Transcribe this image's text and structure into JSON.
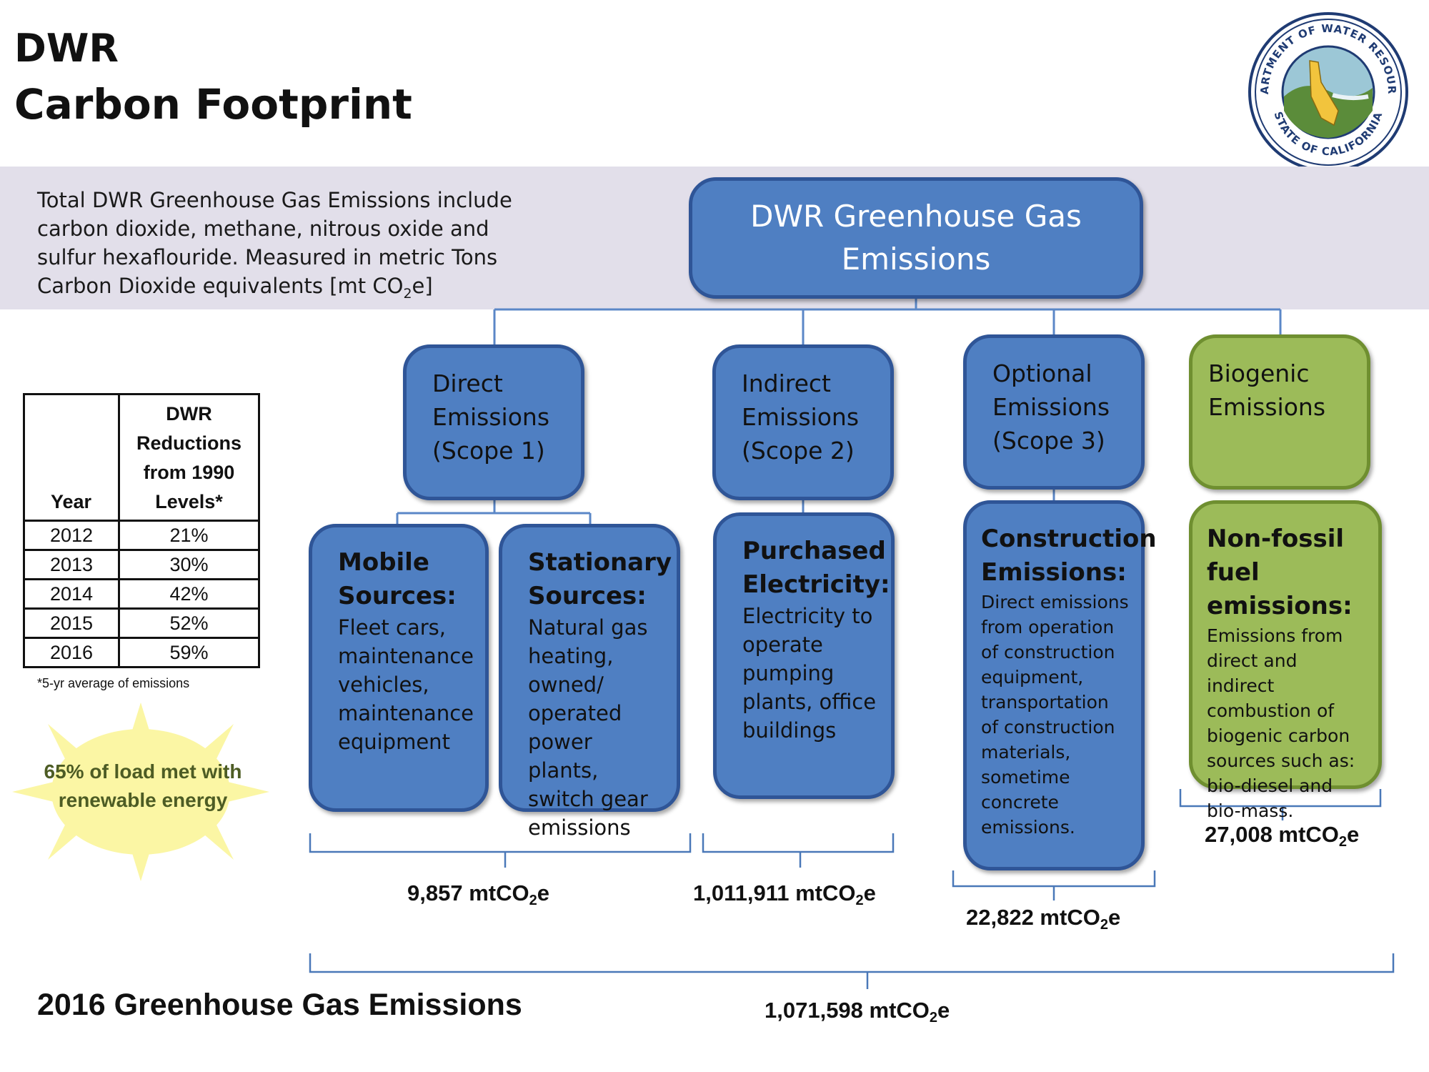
{
  "header": {
    "title_line1": "DWR",
    "title_line2": "Carbon Footprint",
    "seal_top_text": "DEPARTMENT OF WATER RESOURCES",
    "seal_bottom_text": "STATE OF CALIFORNIA"
  },
  "intro": {
    "text_before_sub": "Total DWR Greenhouse Gas Emissions include carbon dioxide, methane, nitrous oxide and sulfur hexaflouride.  Measured in metric Tons Carbon Dioxide equivalents [mt CO",
    "sub": "2",
    "text_after_sub": "e]"
  },
  "root_box": {
    "line1": "DWR Greenhouse Gas",
    "line2": "Emissions"
  },
  "scopes": [
    {
      "line1": "Direct",
      "line2": "Emissions",
      "line3": "(Scope 1)"
    },
    {
      "line1": "Indirect",
      "line2": "Emissions",
      "line3": "(Scope 2)"
    },
    {
      "line1": "Optional",
      "line2": "Emissions",
      "line3": "(Scope 3)"
    },
    {
      "line1": "Biogenic",
      "line2": "Emissions"
    }
  ],
  "details": {
    "mobile": {
      "heading": "Mobile Sources:",
      "body": "Fleet cars, maintenance vehicles, maintenance equipment"
    },
    "stationary": {
      "heading": "Stationary Sources:",
      "body": "Natural gas heating, owned/ operated power plants, switch gear emissions"
    },
    "purchased": {
      "heading": "Purchased Electricity:",
      "body": "Electricity to operate pumping plants, office buildings"
    },
    "construction": {
      "heading": "Construction Emissions:",
      "body": "Direct emissions from operation of construction equipment, transportation of construction materials, sometime concrete emissions."
    },
    "nonfossil": {
      "heading": "Non-fossil fuel emissions:",
      "body": "Emissions from direct and indirect combustion of biogenic carbon sources such as: bio-diesel and bio-mass."
    }
  },
  "table": {
    "col_year": "Year",
    "col_reductions_lines": [
      "DWR",
      "Reductions",
      "from 1990",
      "Levels*"
    ],
    "rows": [
      {
        "year": "2012",
        "value": "21%"
      },
      {
        "year": "2013",
        "value": "30%"
      },
      {
        "year": "2014",
        "value": "42%"
      },
      {
        "year": "2015",
        "value": "52%"
      },
      {
        "year": "2016",
        "value": "59%"
      }
    ],
    "note": "*5-yr average of emissions"
  },
  "sun": {
    "line1": "65% of load met with",
    "line2": "renewable energy"
  },
  "totals": {
    "scope1": {
      "value": "9,857 mtCO",
      "sub": "2",
      "suffix": "e"
    },
    "scope2": {
      "value": "1,011,911 mtCO",
      "sub": "2",
      "suffix": "e"
    },
    "scope3": {
      "value": "22,822 mtCO",
      "sub": "2",
      "suffix": "e"
    },
    "biogenic": {
      "value": "27,008 mtCO",
      "sub": "2",
      "suffix": "e"
    },
    "overall": {
      "value": "1,071,598 mtCO",
      "sub": "2",
      "suffix": "e"
    }
  },
  "footer": {
    "title": "2016 Greenhouse Gas Emissions"
  },
  "colors": {
    "blue_box": "#4f7fc2",
    "blue_border": "#2f5597",
    "green_box": "#9cbb59",
    "band": "#e2dfea"
  }
}
